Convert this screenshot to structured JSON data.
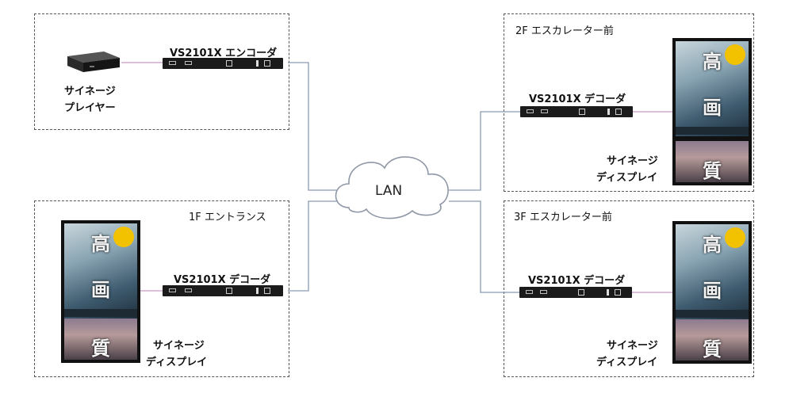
{
  "cloud": {
    "label": "LAN"
  },
  "source": {
    "player_label_line1": "サイネージ",
    "player_label_line2": "プレイヤー",
    "encoder_label": "VS2101X エンコーダ"
  },
  "loc_1f": {
    "title": "1F エントランス",
    "decoder_label": "VS2101X デコーダ",
    "display_label_line1": "サイネージ",
    "display_label_line2": "ディスプレイ"
  },
  "loc_2f": {
    "title": "2F エスカレーター前",
    "decoder_label": "VS2101X デコーダ",
    "display_label_line1": "サイネージ",
    "display_label_line2": "ディスプレイ"
  },
  "loc_3f": {
    "title": "3F エスカレーター前",
    "decoder_label": "VS2101X デコーダ",
    "display_label_line1": "サイネージ",
    "display_label_line2": "ディスプレイ"
  },
  "screen": {
    "top_char": "高",
    "mid_char": "画",
    "bottom_char": "質"
  },
  "colors": {
    "lan_line": "#8a9ab2",
    "av_line": "#c79ac4",
    "box_border": "#555555"
  }
}
